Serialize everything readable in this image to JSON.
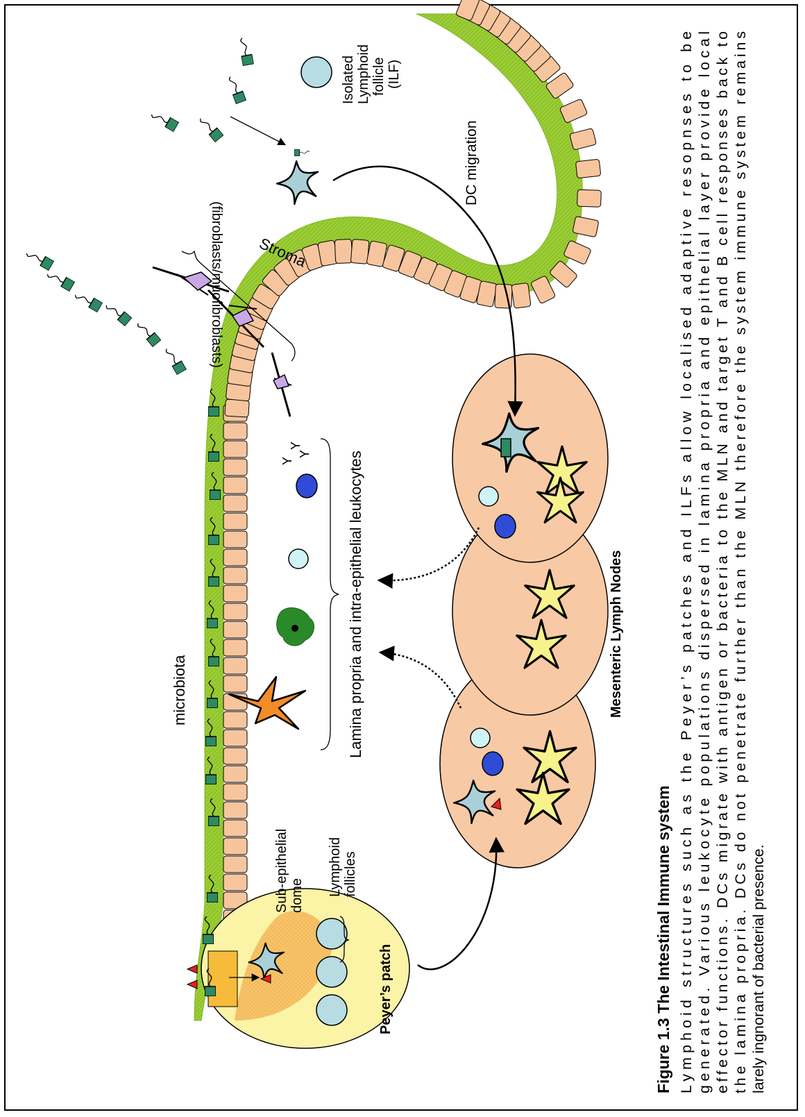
{
  "labels": {
    "microbiota": "microbiota",
    "subEpithelialDome1": "Sub-epithelial",
    "subEpithelialDome2": "dome",
    "lymphoidFollicles1": "Lymphoid",
    "lymphoidFollicles2": "follicles",
    "peyersPatch": "Peyer’s patch",
    "laminaPropria": "Lamina propria and intra-epithelial leukocytes",
    "stroma": "Stroma",
    "fibroblasts": "(fibroblasts/muofibroblasts)",
    "dcMigration": "DC migration",
    "ilf1": "Isolated",
    "ilf2": "Lymphoid",
    "ilf3": "follicle",
    "ilf4": "(ILF)",
    "mln": "Mesenteric Lymph Nodes"
  },
  "caption": {
    "title": "Figure 1.3 The Intestinal Immune system",
    "lines": [
      "Lymphoid structures such as the Peyer’s patches and ILFs allow localised adaptive resopnses to be",
      "generated.  Various leukocyte populations dispersed in lamina propria and epithelial layer provide local",
      "effector functions.  DCs migrate with antigen or bacteria to the MLN and target T and B cell responses back to",
      "the lamina propria.  DCs do not penetrate further than the MLN therefore the system immune system remains",
      "larely ingnorant of bacterial presence."
    ]
  },
  "colors": {
    "epithelium": "#f7c59d",
    "mucus": "#9acd32",
    "node": "#f8c9a5",
    "dome": "#fbf3a6",
    "domeOrange": "#f6bb3a",
    "follicle": "#b7dde2",
    "dc": "#a9cfd7",
    "tcell": "#f7f28b",
    "bcellBlue": "#2f4bd8",
    "lightCyan": "#cff4f5",
    "bacteria": "#2d8a62",
    "stroma": "#c9a8e6",
    "macrophage": "#2a8a2a",
    "orangeCell": "#f28c28",
    "antigen": "#e8211b"
  }
}
